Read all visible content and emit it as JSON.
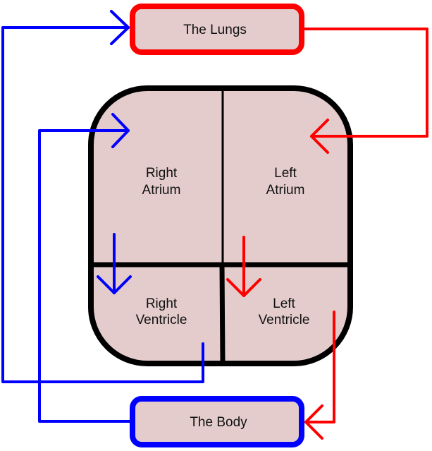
{
  "diagram": {
    "title": "Blood circulation through the heart",
    "colors": {
      "deoxygenated": "#0000ff",
      "oxygenated": "#ff0000",
      "fill": "#e4cccc",
      "outline": "#000000"
    },
    "nodes": {
      "lungs": "The Lungs",
      "body": "The Body",
      "right_atrium": [
        "Right",
        "Atrium"
      ],
      "left_atrium": [
        "Left",
        "Atrium"
      ],
      "right_ventricle": [
        "Right",
        "Ventricle"
      ],
      "left_ventricle": [
        "Left",
        "Ventricle"
      ]
    },
    "edges": [
      {
        "from": "The Body",
        "to": "Right Atrium",
        "color": "blue"
      },
      {
        "from": "Right Atrium",
        "to": "Right Ventricle",
        "color": "blue"
      },
      {
        "from": "Right Ventricle",
        "to": "The Lungs",
        "color": "blue"
      },
      {
        "from": "The Lungs",
        "to": "Left Atrium",
        "color": "red"
      },
      {
        "from": "Left Atrium",
        "to": "Left Ventricle",
        "color": "red"
      },
      {
        "from": "Left Ventricle",
        "to": "The Body",
        "color": "red"
      }
    ]
  }
}
